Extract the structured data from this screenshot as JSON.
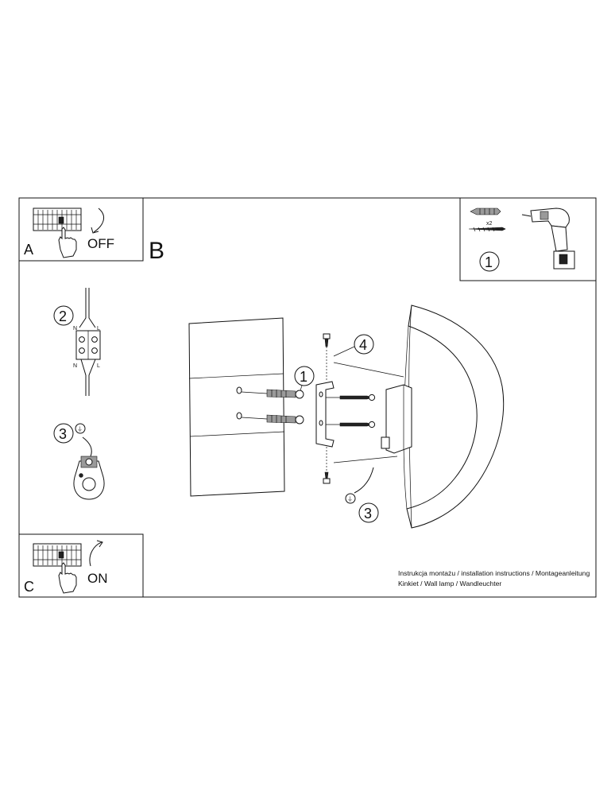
{
  "panels": {
    "a": {
      "letter": "A",
      "action": "OFF"
    },
    "b": {
      "letter": "B"
    },
    "c": {
      "letter": "C",
      "action": "ON"
    },
    "tools": {
      "step": "1",
      "multiplier": "x2"
    }
  },
  "wiring": {
    "step": "2",
    "neutral": "N",
    "live": "L"
  },
  "ground": {
    "step": "3",
    "symbol": "⏚"
  },
  "assembly": {
    "step_1": "1",
    "step_3": "3",
    "step_4": "4",
    "ground_symbol": "⏚"
  },
  "caption": {
    "line1": "Instrukcja montażu / installation instructions / Montageanleitung",
    "line2": "Kinkiet / Wall lamp / Wandleuchter"
  }
}
